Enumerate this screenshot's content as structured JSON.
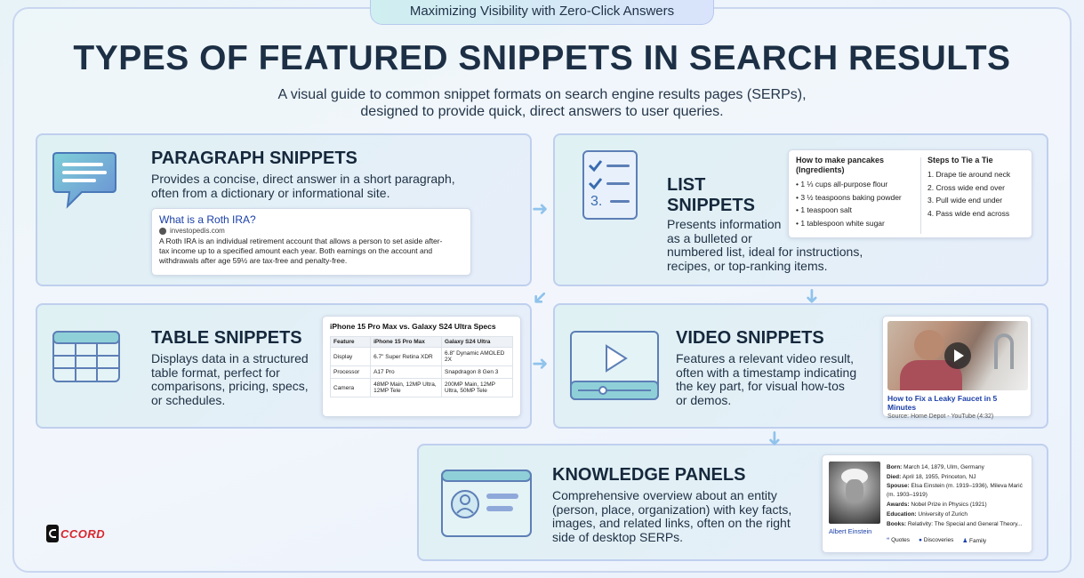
{
  "banner": "Maximizing Visibility with Zero-Click Answers",
  "title": "TYPES OF FEATURED SNIPPETS IN SEARCH RESULTS",
  "subtitle": [
    "A visual guide to common snippet formats on search engine results pages (SERPs),",
    "designed to provide quick, direct answers to user queries."
  ],
  "paragraph": {
    "title": "PARAGRAPH SNIPPETS",
    "desc": [
      "Provides a concise, direct answer in a short paragraph,",
      "often from a dictionary or informational site."
    ],
    "example": {
      "query": "What is a Roth IRA?",
      "source": "investopedis.com",
      "text": [
        "A Roth IRA is an individual retirement account that allows a person to set aside after-",
        "tax income up to a specified amount each year. Both earnings on the account and",
        "withdrawals after age 59½ are tax-free and penalty-free."
      ]
    }
  },
  "list": {
    "title": [
      "LIST",
      "SNIPPETS"
    ],
    "desc": [
      "Presents information",
      "as a bulleted or",
      "numbered list, ideal for instructions,",
      "recipes, or top-ranking items."
    ],
    "icon_number": "3.",
    "example_left": {
      "heading": [
        "How to make pancakes",
        "(Ingredients)"
      ],
      "items": [
        "1 ⅓ cups all-purpose flour",
        "3 ½ teaspoons baking powder",
        "1 teaspoon salt",
        "1 tablespoon white sugar"
      ]
    },
    "example_right": {
      "heading": "Steps to Tie a Tie",
      "items": [
        "1. Drape tie around neck",
        "2. Cross wide end over",
        "3. Pull wide end under",
        "4. Pass wide end across"
      ]
    }
  },
  "table": {
    "title": "TABLE SNIPPETS",
    "desc": [
      "Displays data in a structured",
      "table format, perfect for",
      "comparisons, pricing, specs,",
      "or schedules."
    ],
    "example": {
      "heading": "iPhone 15 Pro Max vs. Galaxy S24 Ultra Specs",
      "columns": [
        "Feature",
        "iPhone 15 Pro Max",
        "Galaxy S24 Ultra"
      ],
      "rows": [
        [
          "Display",
          "6.7\" Super Retina XDR",
          "6.8\" Dynamic AMOLED 2X"
        ],
        [
          "Processor",
          "A17 Pro",
          "Snapdragon 8 Gen 3"
        ],
        [
          "Camera",
          "48MP Main, 12MP Ultra, 12MP Tele",
          "200MP Main, 12MP Ultra, 50MP Tele"
        ]
      ]
    }
  },
  "video": {
    "title": "VIDEO SNIPPETS",
    "desc": [
      "Features a relevant video result,",
      "often with a timestamp indicating",
      "the key part, for visual how-tos",
      "or demos."
    ],
    "example": {
      "caption": "How to Fix a Leaky Faucet in 5 Minutes",
      "source": "Source: Home Depot - YouTube (4:32)"
    }
  },
  "knowledge": {
    "title": "KNOWLEDGE PANELS",
    "desc": [
      "Comprehensive overview about an entity",
      "(person, place, organization) with key facts,",
      "images, and related links, often on the right",
      "side of desktop SERPs."
    ],
    "example": {
      "name": "Albert Einstein",
      "facts": [
        {
          "label": "Born:",
          "value": "March 14, 1879, Ulm, Germany"
        },
        {
          "label": "Died:",
          "value": "April 18, 1955, Princeton, NJ"
        },
        {
          "label": "Spouse:",
          "value": "Elsa Einstein (m. 1919–1936), Mileva Marić (m. 1903–1919)"
        },
        {
          "label": "Awards:",
          "value": "Nobel Prize in Physics (1921)"
        },
        {
          "label": "Education:",
          "value": "University of Zurich"
        },
        {
          "label": "Books:",
          "value": "Relativity: The Special and General Theory..."
        }
      ],
      "chips": [
        "Quotes",
        "Discoveries",
        "Family"
      ]
    }
  },
  "logo": "CCORD",
  "colors": {
    "title": "#1c2f45",
    "link": "#1a3fa8",
    "icon_teal": "#5fb8c9",
    "icon_blue": "#6e8fd0",
    "arrow": "#8fc3ec"
  }
}
